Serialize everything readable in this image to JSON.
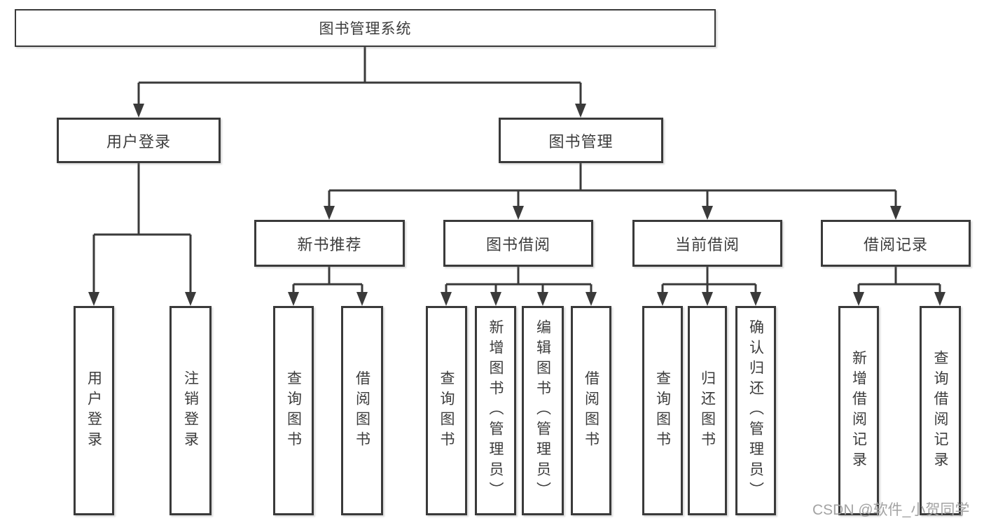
{
  "tree": {
    "root": {
      "label": "图书管理系统"
    },
    "branches": [
      {
        "label": "用户登录",
        "children": [
          {
            "label": "用户登录"
          },
          {
            "label": "注销登录"
          }
        ]
      },
      {
        "label": "图书管理",
        "children": [
          {
            "label": "新书推荐",
            "children": [
              {
                "label": "查询图书"
              },
              {
                "label": "借阅图书"
              }
            ]
          },
          {
            "label": "图书借阅",
            "children": [
              {
                "label": "查询图书"
              },
              {
                "label": "新增图书（管理员）"
              },
              {
                "label": "编辑图书（管理员）"
              },
              {
                "label": "借阅图书"
              }
            ]
          },
          {
            "label": "当前借阅",
            "children": [
              {
                "label": "查询图书"
              },
              {
                "label": "归还图书"
              },
              {
                "label": "确认归还（管理员）"
              }
            ]
          },
          {
            "label": "借阅记录",
            "children": [
              {
                "label": "新增借阅记录"
              },
              {
                "label": "查询借阅记录"
              }
            ]
          }
        ]
      }
    ]
  },
  "watermark": {
    "text": "CSDN @软件_小贺同学"
  },
  "colors": {
    "line": "#3a3a3a",
    "text": "#3c3c3c",
    "box_fill": "#ffffff",
    "background": "#ffffff",
    "watermark": "#a3a3a3"
  }
}
